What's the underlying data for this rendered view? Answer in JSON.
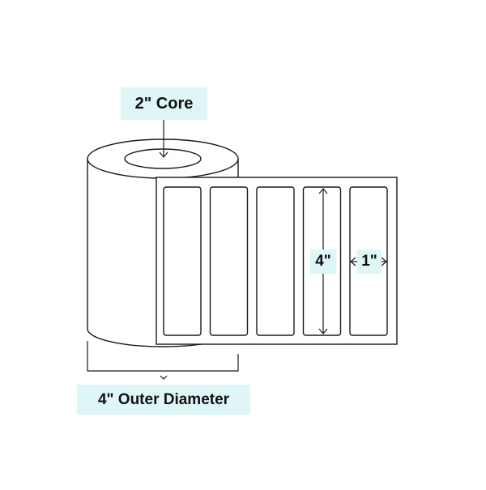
{
  "colors": {
    "line": "#1a1a1a",
    "callout_bg": "#dff6f6",
    "text": "#111111",
    "background": "#ffffff"
  },
  "diagram": {
    "core_label": "2\" Core",
    "outer_diameter_label": "4\" Outer Diameter",
    "label_height": "4\"",
    "label_width": "1\"",
    "label_count": 5
  }
}
